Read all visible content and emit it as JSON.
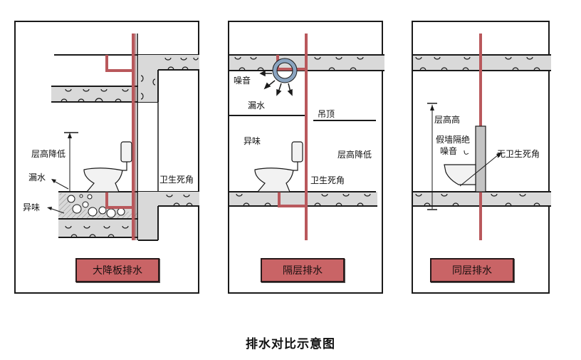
{
  "title": "排水对比示意图",
  "colors": {
    "pipe": "#b9585c",
    "pipe_dark": "#7a2e30",
    "slab_fill": "#d9d9d9",
    "caption_bg": "#c96466",
    "ring": "#8aa4c0",
    "outline": "#1a1a1a"
  },
  "panels": [
    {
      "id": "large-drop-slab",
      "caption": "大降板排水",
      "labels": {
        "ceiling_lower": "层高降低",
        "leak": "漏水",
        "odor": "异味",
        "dead_corner": "卫生死角"
      }
    },
    {
      "id": "separate-floor",
      "caption": "隔层排水",
      "labels": {
        "noise": "噪音",
        "leak": "漏水",
        "suspended_ceiling": "吊顶",
        "odor": "异味",
        "ceiling_lower": "层高降低",
        "dead_corner": "卫生死角"
      }
    },
    {
      "id": "same-floor",
      "caption": "同层排水",
      "labels": {
        "ceiling_high": "层高高",
        "false_wall_line1": "假墙隔绝",
        "false_wall_line2": "噪音",
        "no_dead_corner": "无卫生死角"
      }
    }
  ]
}
